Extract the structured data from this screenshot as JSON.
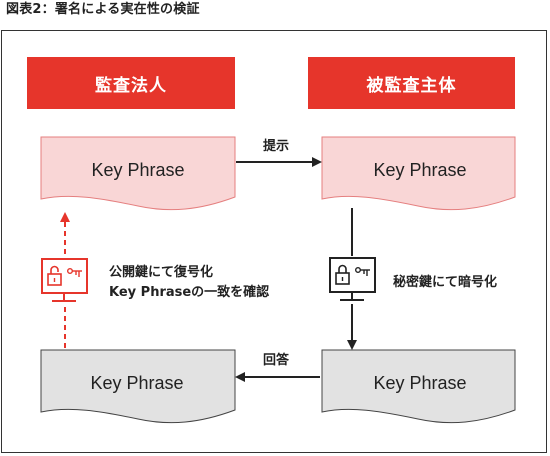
{
  "figure": {
    "title": "図表2：署名による実在性の検証"
  },
  "parties": {
    "left": "監査法人",
    "right": "被監査主体"
  },
  "documents": {
    "top_left": "Key Phrase",
    "top_right": "Key Phrase",
    "bottom_left": "Key Phrase",
    "bottom_right": "Key Phrase"
  },
  "arrows": {
    "present": "提示",
    "reply": "回答"
  },
  "steps": {
    "encrypt": "秘密鍵にて暗号化",
    "decrypt_line1": "公開鍵にて復号化",
    "decrypt_line2": "Key Phraseの一致を確認"
  },
  "colors": {
    "accent_red": "#e6352b",
    "doc_pink_fill": "#f9d6d6",
    "doc_pink_stroke": "#e57f7f",
    "doc_gray_fill": "#e2e2e2",
    "doc_gray_stroke": "#444444",
    "line_dark": "#222222"
  },
  "icons": {
    "encrypt": "lock-monitor-icon",
    "decrypt": "unlock-monitor-icon"
  }
}
